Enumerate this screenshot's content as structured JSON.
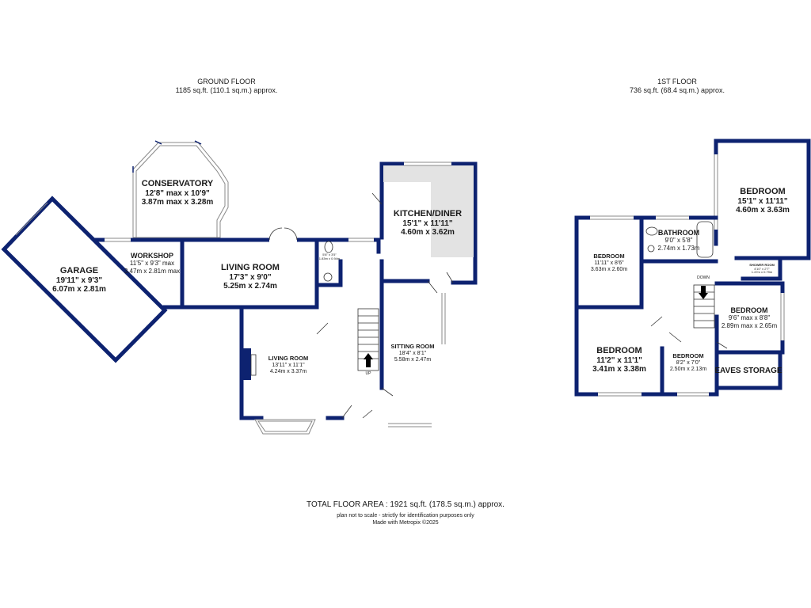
{
  "ground_floor": {
    "title": "GROUND FLOOR",
    "area": "1185 sq.ft. (110.1 sq.m.) approx.",
    "rooms": {
      "garage": {
        "name": "GARAGE",
        "imperial": "19'11\" x 9'3\"",
        "metric": "6.07m x 2.81m"
      },
      "workshop": {
        "name": "WORKSHOP",
        "imperial": "11'5\" x 9'3\" max",
        "metric": "3.47m x 2.81m max"
      },
      "conservatory": {
        "name": "CONSERVATORY",
        "imperial": "12'8\" max x 10'9\"",
        "metric": "3.87m max x 3.28m"
      },
      "living_room_1": {
        "name": "LIVING ROOM",
        "imperial": "17'3\" x 9'0\"",
        "metric": "5.25m x 2.74m"
      },
      "living_room_2": {
        "name": "LIVING ROOM",
        "imperial": "13'11\" x 11'1\"",
        "metric": "4.24m x 3.37m"
      },
      "wc": {
        "name": "",
        "imperial": "5'8\" x 3'5\"",
        "metric": "1.83m x 0.94m"
      },
      "kitchen": {
        "name": "KITCHEN/DINER",
        "imperial": "15'1\" x 11'11\"",
        "metric": "4.60m x 3.62m"
      },
      "sitting_room": {
        "name": "SITTING ROOM",
        "imperial": "18'4\" x 8'1\"",
        "metric": "5.58m x 2.47m"
      }
    },
    "stairs_label": "UP"
  },
  "first_floor": {
    "title": "1ST FLOOR",
    "area": "736 sq.ft. (68.4 sq.m.) approx.",
    "rooms": {
      "bedroom_large": {
        "name": "BEDROOM",
        "imperial": "15'1\" x 11'11\"",
        "metric": "4.60m x 3.63m"
      },
      "bathroom": {
        "name": "BATHROOM",
        "imperial": "9'0\" x 5'8\"",
        "metric": "2.74m x 1.73m"
      },
      "bedroom_nw": {
        "name": "BEDROOM",
        "imperial": "11'11\" x 8'6\"",
        "metric": "3.63m x 2.60m"
      },
      "shower_room": {
        "name": "SHOWER ROOM",
        "imperial": "4'10\" x 2'7\"",
        "metric": "1.47m x 0.79m"
      },
      "bedroom_e": {
        "name": "BEDROOM",
        "imperial": "9'6\" max x 8'8\"",
        "metric": "2.89m max x 2.65m"
      },
      "bedroom_sw": {
        "name": "BEDROOM",
        "imperial": "11'2\" x 11'1\"",
        "metric": "3.41m x 3.38m"
      },
      "bedroom_small": {
        "name": "BEDROOM",
        "imperial": "8'2\" x 7'0\"",
        "metric": "2.50m x 2.13m"
      },
      "eaves": {
        "name": "EAVES STORAGE"
      }
    },
    "stairs_label": "DOWN"
  },
  "footer": {
    "total": "TOTAL FLOOR AREA : 1921 sq.ft. (178.5 sq.m.) approx.",
    "disclaimer": "plan not to scale - strictly for identification purposes only",
    "credit": "Made with Metropix ©2025"
  },
  "colors": {
    "wall": "#0d2270",
    "fill_grey": "#e3e3e3",
    "background": "#ffffff"
  }
}
